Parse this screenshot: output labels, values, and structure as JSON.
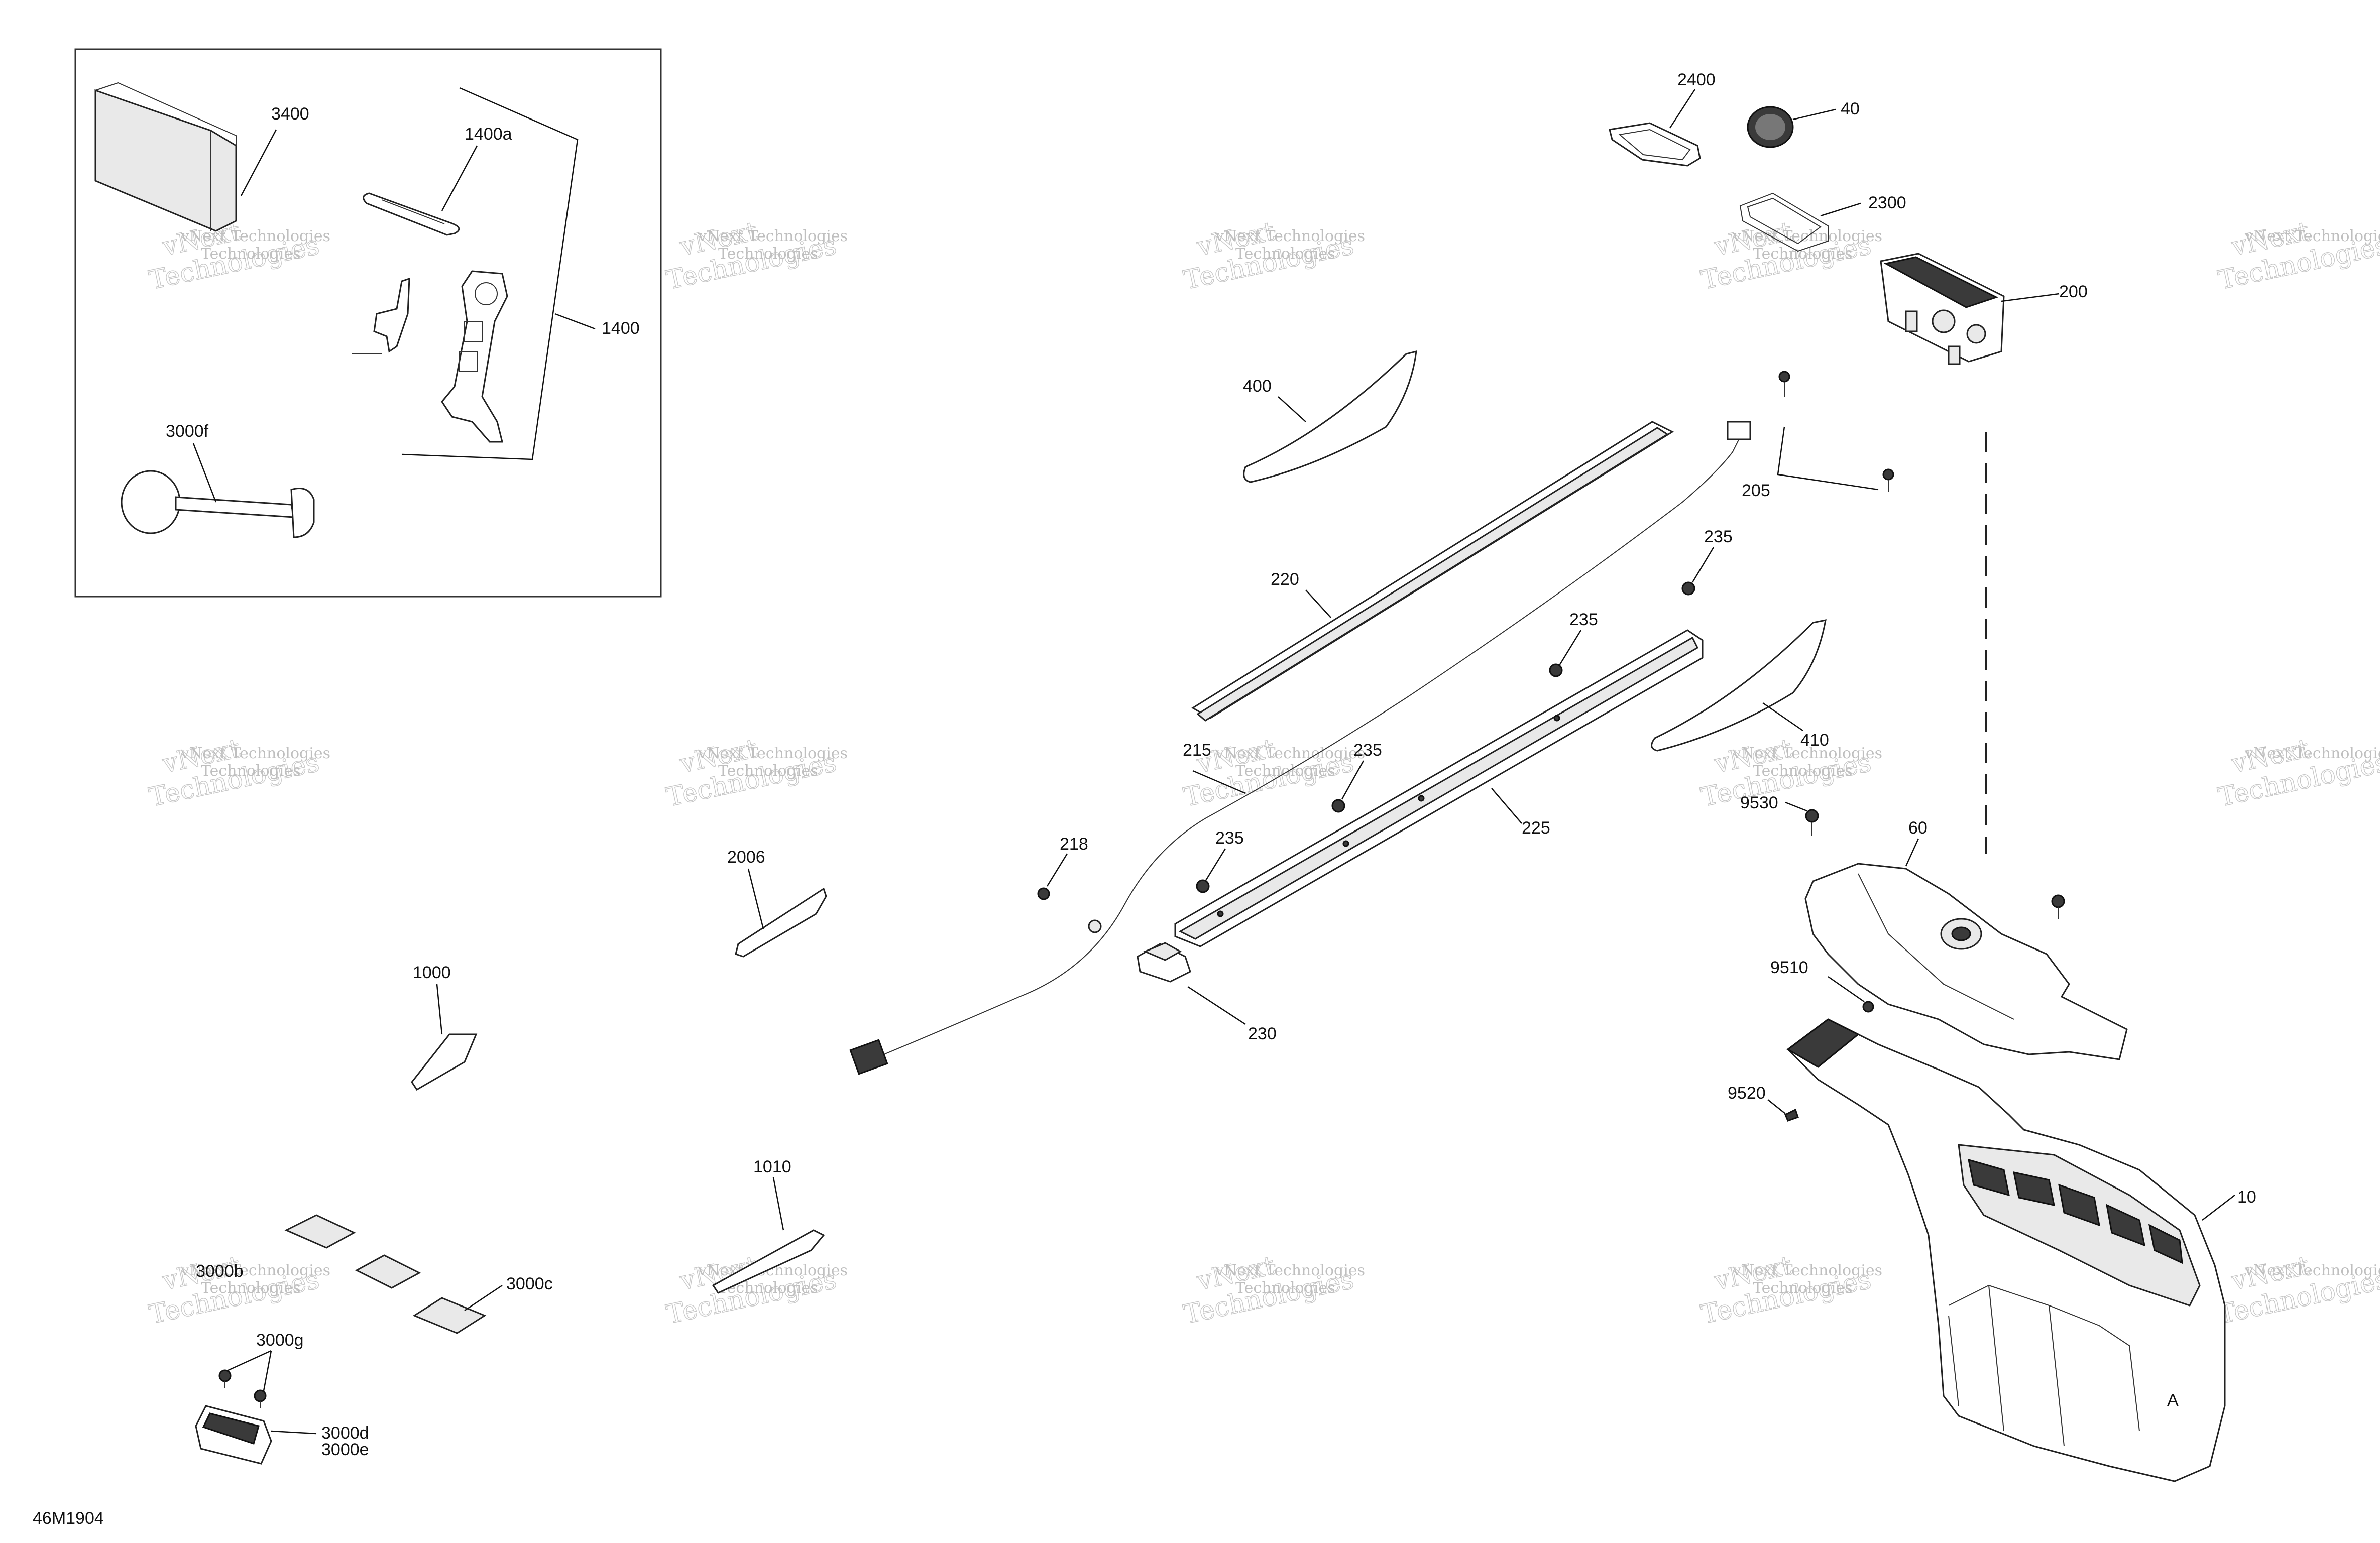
{
  "diagram_code": "46M1904",
  "watermark": {
    "line1": "vNext Technologies",
    "line2": "Technologies"
  },
  "callouts": {
    "c3400": "3400",
    "c1400a": "1400a",
    "c1400": "1400",
    "c3000f": "3000f",
    "c2400": "2400",
    "c40": "40",
    "c2300": "2300",
    "c200": "200",
    "c400": "400",
    "c205": "205",
    "c220": "220",
    "c235a": "235",
    "c235b": "235",
    "c235c": "235",
    "c235d": "235",
    "c410": "410",
    "c215": "215",
    "c225": "225",
    "c9530": "9530",
    "c60": "60",
    "c218": "218",
    "c2006": "2006",
    "c230": "230",
    "c9510": "9510",
    "c1000": "1000",
    "c9520": "9520",
    "c1010": "1010",
    "c10": "10",
    "c3000b": "3000b",
    "c3000c": "3000c",
    "c3000g": "3000g",
    "c3000d": "3000d",
    "c3000e": "3000e"
  }
}
